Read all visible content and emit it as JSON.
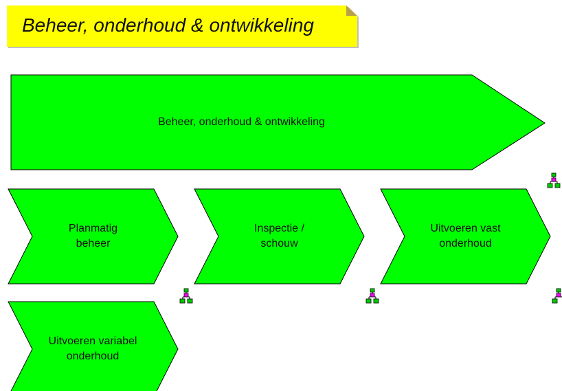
{
  "title": "Beheer, onderhoud & ontwikkeling",
  "colors": {
    "shape_fill": "#00ff00",
    "shape_stroke": "#000000",
    "note_fill": "#ffff00",
    "note_shadow": "#c0c0c0",
    "icon_node": "#00cc00",
    "icon_center": "#ff00ff"
  },
  "main_process": {
    "label": "Beheer, onderhoud & ontwikkeling"
  },
  "sub_processes": [
    {
      "line1": "Planmatig",
      "line2": "beheer"
    },
    {
      "line1": "Inspectie /",
      "line2": "schouw"
    },
    {
      "line1": "Uitvoeren vast",
      "line2": "onderhoud"
    },
    {
      "line1": "Uitvoeren variabel",
      "line2": "onderhoud"
    }
  ],
  "icons": [
    "hierarchy-icon",
    "hierarchy-icon",
    "hierarchy-icon",
    "hierarchy-icon",
    "hierarchy-icon"
  ]
}
